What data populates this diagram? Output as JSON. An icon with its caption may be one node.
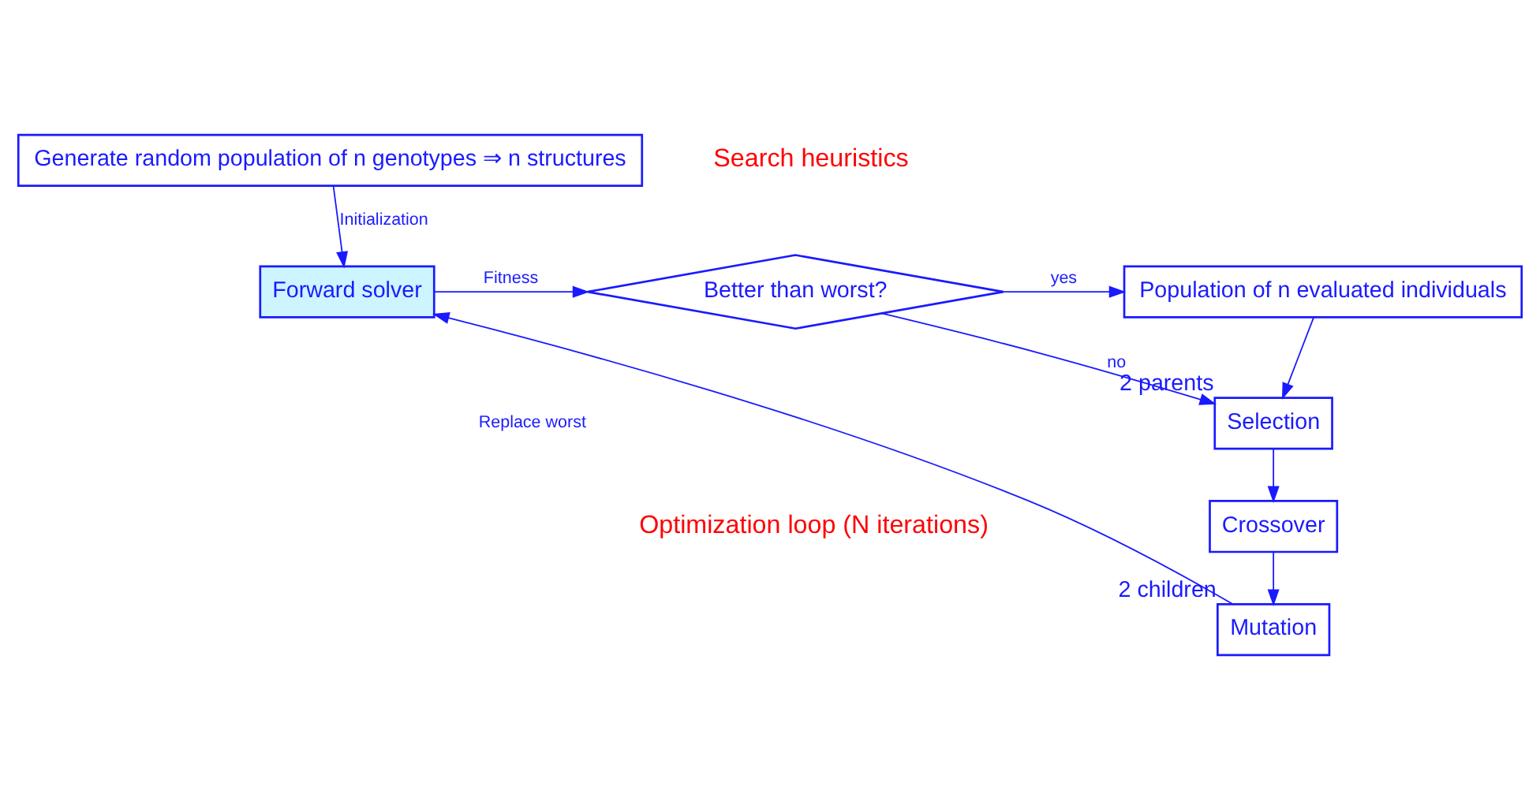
{
  "diagram": {
    "nodes": [
      {
        "text": [
          "Generate random population of n genotypes ⇒ n structures"
        ]
      },
      {
        "text": [
          "Forward solver"
        ]
      },
      {
        "text": [
          "Better than worst?"
        ]
      },
      {
        "text": [
          "Population of n evaluated individuals"
        ]
      },
      {
        "text": [
          "Selection"
        ],
        "beside": [
          "2 parents"
        ]
      },
      {
        "text": [
          "Crossover"
        ]
      },
      {
        "text": [
          "Mutation"
        ],
        "beside": [
          "2 children"
        ]
      }
    ],
    "edges": [
      {
        "from": 0,
        "to": 1,
        "arrow": "to",
        "label": "Initialization"
      },
      {
        "from": 1,
        "to": 2,
        "arrow": "to",
        "label": "Fitness"
      },
      {
        "from": 2,
        "to": 3,
        "arrow": "to",
        "label": "yes"
      },
      {
        "from": 2,
        "to": 4,
        "arrow": "to",
        "label": "no"
      },
      {
        "from": 3,
        "to": 4,
        "arrow": "to"
      },
      {
        "from": 4,
        "to": 5,
        "arrow": "to"
      },
      {
        "from": 5,
        "to": 6,
        "arrow": "to"
      },
      {
        "from": 6,
        "to": 1,
        "arrow": "to"
      }
    ],
    "labels": [
      "Search heuristics",
      "Replace worst",
      "Optimization loop (N iterations)"
    ]
  }
}
